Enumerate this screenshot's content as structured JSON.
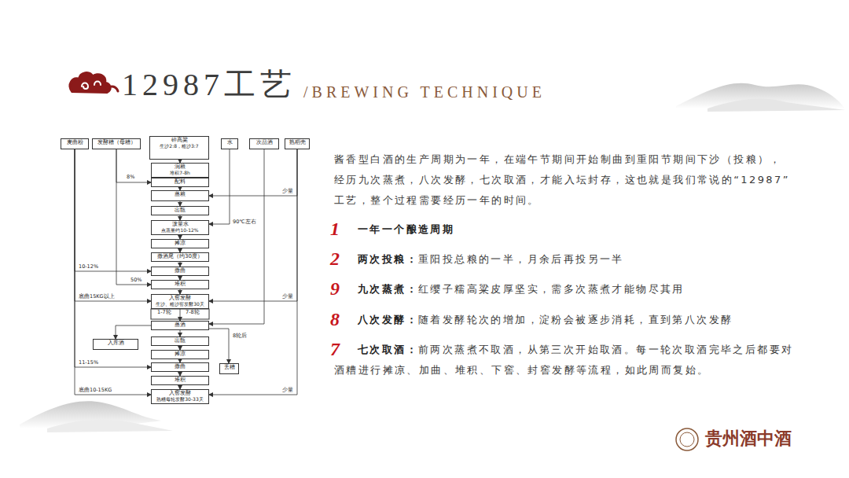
{
  "diagram": {
    "title": "12987工艺",
    "nodes": [
      {
        "text": [
          "麦曲粉"
        ]
      },
      {
        "text": [
          "发酵糟（母糟）"
        ]
      },
      {
        "text": [
          "碎高粱",
          "生沙2:8，糙沙3:7"
        ]
      },
      {
        "text": [
          "水"
        ]
      },
      {
        "text": [
          "次品酒"
        ]
      },
      {
        "text": [
          "熟稻壳"
        ]
      },
      {
        "text": [
          "润粮",
          "堆积7-8h"
        ]
      },
      {
        "text": [
          "配料"
        ]
      },
      {
        "text": [
          "蒸粮"
        ]
      },
      {
        "text": [
          "出甑"
        ]
      },
      {
        "text": [
          "泼量水",
          "点蒸量约10-12%"
        ]
      },
      {
        "text": [
          "摊凉"
        ]
      },
      {
        "text": [
          "撒酒尾（约30度）"
        ]
      },
      {
        "text": [
          "撒曲"
        ]
      },
      {
        "text": [
          "堆积"
        ]
      },
      {
        "text": [
          "入窖发酵",
          "生沙、糙沙窖发酵30天"
        ]
      },
      {
        "text": [
          "蒸酒"
        ]
      },
      {
        "text": [
          "出甑"
        ]
      },
      {
        "text": [
          "摊凉"
        ]
      },
      {
        "text": [
          "撒曲"
        ]
      },
      {
        "text": [
          "堆积"
        ]
      },
      {
        "text": [
          "入窖发酵",
          "熟糟每轮发酵30-33天"
        ]
      },
      {
        "text": [
          "入库酒"
        ]
      },
      {
        "text": [
          "丢糟"
        ]
      }
    ],
    "edges": [
      {
        "from": 2,
        "to": 6,
        "arrow": "to"
      },
      {
        "from": 6,
        "to": 7,
        "arrow": "to"
      },
      {
        "from": 7,
        "to": 8,
        "arrow": "to"
      },
      {
        "from": 8,
        "to": 9,
        "arrow": "to"
      },
      {
        "from": 9,
        "to": 10,
        "arrow": "to"
      },
      {
        "from": 10,
        "to": 11,
        "arrow": "to"
      },
      {
        "from": 11,
        "to": 12,
        "arrow": "to"
      },
      {
        "from": 12,
        "to": 13,
        "arrow": "to"
      },
      {
        "from": 13,
        "to": 14,
        "arrow": "to"
      },
      {
        "from": 14,
        "to": 15,
        "arrow": "to"
      },
      {
        "from": 15,
        "to": 16,
        "arrow": "to"
      },
      {
        "from": 16,
        "to": 17,
        "arrow": "to"
      },
      {
        "from": 17,
        "to": 18,
        "arrow": "to"
      },
      {
        "from": 18,
        "to": 19,
        "arrow": "to"
      },
      {
        "from": 19,
        "to": 20,
        "arrow": "to"
      },
      {
        "from": 20,
        "to": 21,
        "arrow": "to"
      },
      {
        "from": 1,
        "to": 7,
        "label": "8%",
        "arrow": "to"
      },
      {
        "from": 5,
        "to": 8,
        "label": "少量",
        "arrow": "to"
      },
      {
        "from": 3,
        "to": 10,
        "label": "90℃左右",
        "arrow": "to"
      },
      {
        "from": 0,
        "to": 13,
        "label": "10-12%",
        "arrow": "to"
      },
      {
        "from": 1,
        "to": 14,
        "label": "50%",
        "arrow": "to"
      },
      {
        "from": 0,
        "to": 15,
        "label": "底曲15KG以上",
        "arrow": "to"
      },
      {
        "from": 5,
        "to": 15,
        "label": "少量",
        "arrow": "to"
      },
      {
        "from": 4,
        "to": 16,
        "arrow": "to"
      },
      {
        "from": 16,
        "to": 22,
        "arrow": "to"
      },
      {
        "from": 16,
        "to": 23,
        "label": "8轮后",
        "arrow": "to"
      },
      {
        "from": 0,
        "to": 19,
        "label": "11-15%",
        "arrow": "to"
      },
      {
        "from": 0,
        "to": 21,
        "label": "底曲10-15KG",
        "arrow": "to"
      },
      {
        "from": 5,
        "to": 21,
        "label": "少量",
        "arrow": "to"
      }
    ],
    "labels": [
      "/BREWING TECHNIQUE",
      "酱香型白酒的生产周期为一年，在端午节期间开始制曲到重阳节期间下沙（投粮），经历九次蒸煮，八次发酵，七次取酒，才能入坛封存，这也就是我们常说的“12987”工艺，整个过程需要经历一年的时间。",
      "1",
      "一年一个酿造周期",
      "2",
      "两次投粮：",
      "重阳投总粮的一半，月余后再投另一半",
      "9",
      "九次蒸煮：",
      "红缨子糯高粱皮厚坚实，需多次蒸煮才能物尽其用",
      "8",
      "八次发酵：",
      "随着发酵轮次的增加，淀粉会被逐步消耗，直到第八次发酵",
      "7",
      "七次取酒：",
      "前两次蒸煮不取酒，从第三次开始取酒。每一轮次取酒完毕之后都要对酒糟进行摊凉、加曲、堆积、下窖、封窖发酵等流程，如此周而复始。",
      "1-7轮",
      "7-8轮",
      "贵州酒中酒"
    ]
  }
}
